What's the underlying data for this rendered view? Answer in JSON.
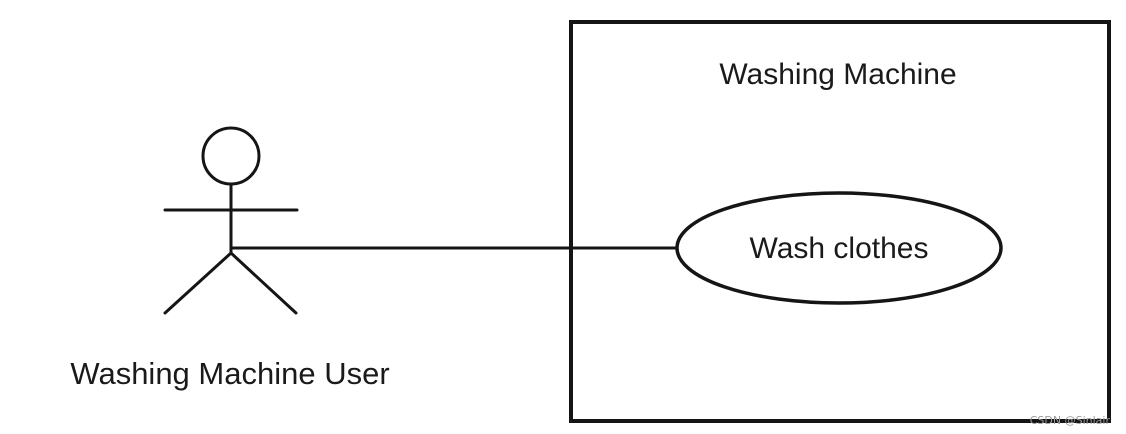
{
  "system": {
    "name": "Washing Machine"
  },
  "use_case": {
    "name": "Wash clothes"
  },
  "actor": {
    "name": "Washing Machine User"
  },
  "watermark": {
    "text": "CSDN @Sinlair"
  },
  "colors": {
    "line": "#151515",
    "text": "#1a1a1a",
    "background": "#ffffff",
    "watermark": "#9a9a9a"
  }
}
